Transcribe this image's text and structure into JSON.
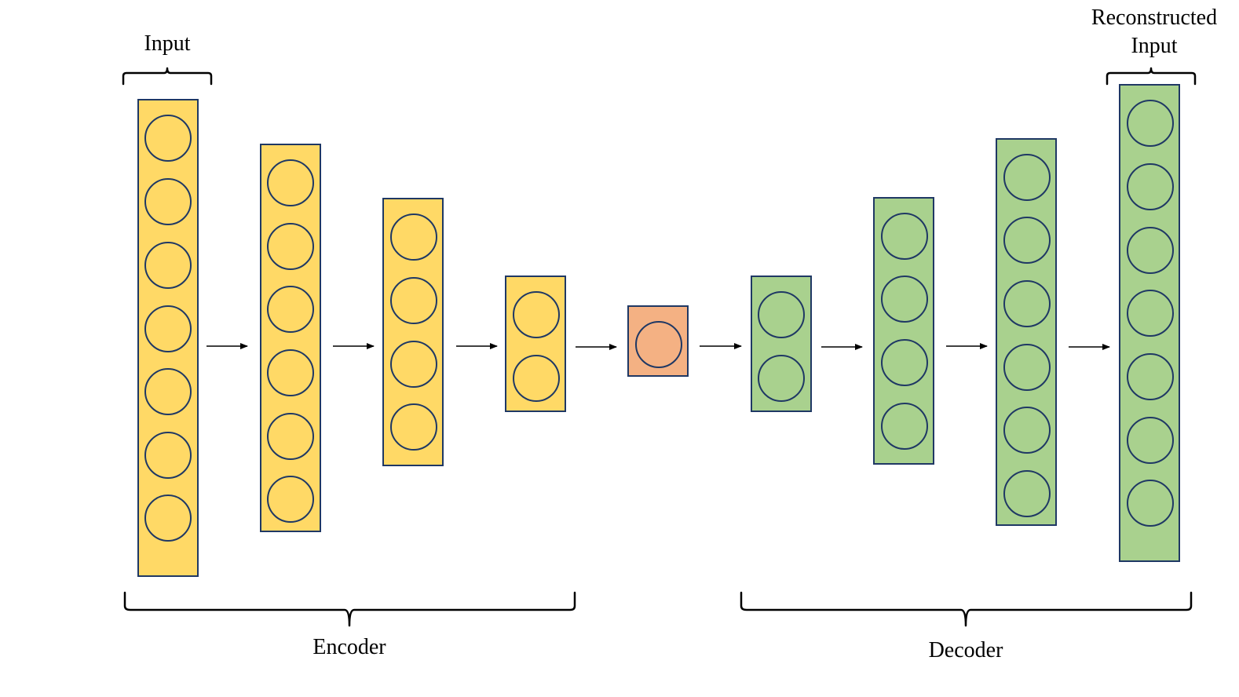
{
  "labels": {
    "input": "Input",
    "reconstructed_line1": "Reconstructed",
    "reconstructed_line2": "Input",
    "encoder": "Encoder",
    "decoder": "Decoder"
  },
  "colors": {
    "encoder_fill": "#FFD966",
    "bottleneck_fill": "#F4B183",
    "decoder_fill": "#A9D18E",
    "outline": "#1F3864"
  },
  "layers": [
    {
      "part": "encoder",
      "neurons": 7
    },
    {
      "part": "encoder",
      "neurons": 6
    },
    {
      "part": "encoder",
      "neurons": 4
    },
    {
      "part": "encoder",
      "neurons": 2
    },
    {
      "part": "bottleneck",
      "neurons": 1
    },
    {
      "part": "decoder",
      "neurons": 2
    },
    {
      "part": "decoder",
      "neurons": 4
    },
    {
      "part": "decoder",
      "neurons": 6
    },
    {
      "part": "decoder",
      "neurons": 7
    }
  ]
}
